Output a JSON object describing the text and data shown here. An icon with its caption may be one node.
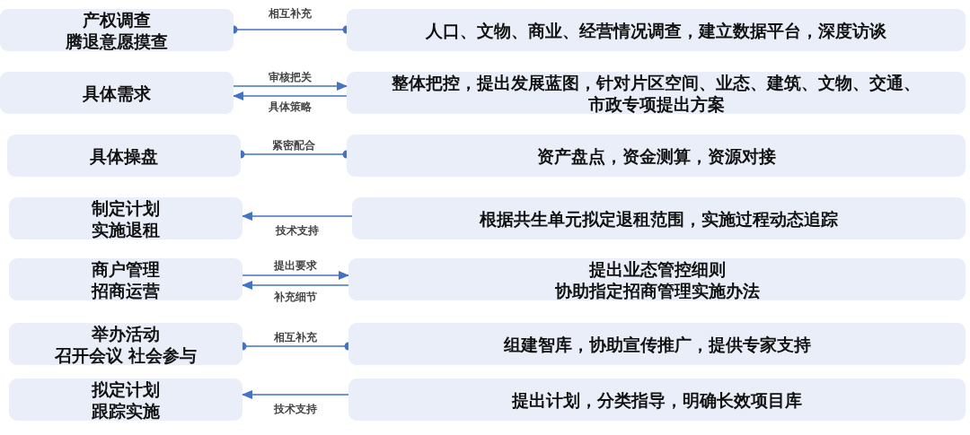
{
  "diagram": {
    "nodes": [
      {
        "text": [
          "产权调查腾退意愿摸查"
        ]
      },
      {
        "text": [
          "人口、文物、商业、经营情况调查，建立数据平台，深度访谈"
        ]
      },
      {
        "text": [
          "具体需求"
        ]
      },
      {
        "text": [
          "整体把控，提出发展蓝图，针对片区空间、业态、建筑、文物、交通、市政专项提出方案"
        ]
      },
      {
        "text": [
          "具体操盘"
        ]
      },
      {
        "text": [
          "资产盘点，资金测算，资源对接"
        ]
      },
      {
        "text": [
          "制定计划实施退租"
        ]
      },
      {
        "text": [
          "根据共生单元拟定退租范围，实施过程动态追踪"
        ]
      },
      {
        "text": [
          "商户管理招商运营"
        ]
      },
      {
        "text": [
          "提出业态管控细则协助指定招商管理实施办法"
        ]
      },
      {
        "text": [
          "举办活动召开会议 社会参与"
        ]
      },
      {
        "text": [
          "组建智库，协助宣传推广，提供专家支持"
        ]
      },
      {
        "text": [
          "拟定计划跟踪实施"
        ]
      },
      {
        "text": [
          "提出计划，分类指导，明确长效项目库"
        ]
      }
    ],
    "edges": [
      {
        "from": 0,
        "to": 1,
        "arrow": "other",
        "label": "相互补充"
      },
      {
        "from": 2,
        "to": 3,
        "arrow": "to",
        "label": "审核把关"
      },
      {
        "from": 3,
        "to": 2,
        "arrow": "to",
        "label": "具体策略"
      },
      {
        "from": 4,
        "to": 5,
        "arrow": "other",
        "label": "紧密配合"
      },
      {
        "from": 7,
        "to": 6,
        "arrow": "to",
        "label": "技术支持"
      },
      {
        "from": 8,
        "to": 9,
        "arrow": "to",
        "label": "提出要求"
      },
      {
        "from": 9,
        "to": 8,
        "arrow": "to",
        "label": "补充细节"
      },
      {
        "from": 10,
        "to": 11,
        "arrow": "other",
        "label": "相互补充"
      },
      {
        "from": 13,
        "to": 12,
        "arrow": "to",
        "label": "技术支持"
      }
    ]
  }
}
